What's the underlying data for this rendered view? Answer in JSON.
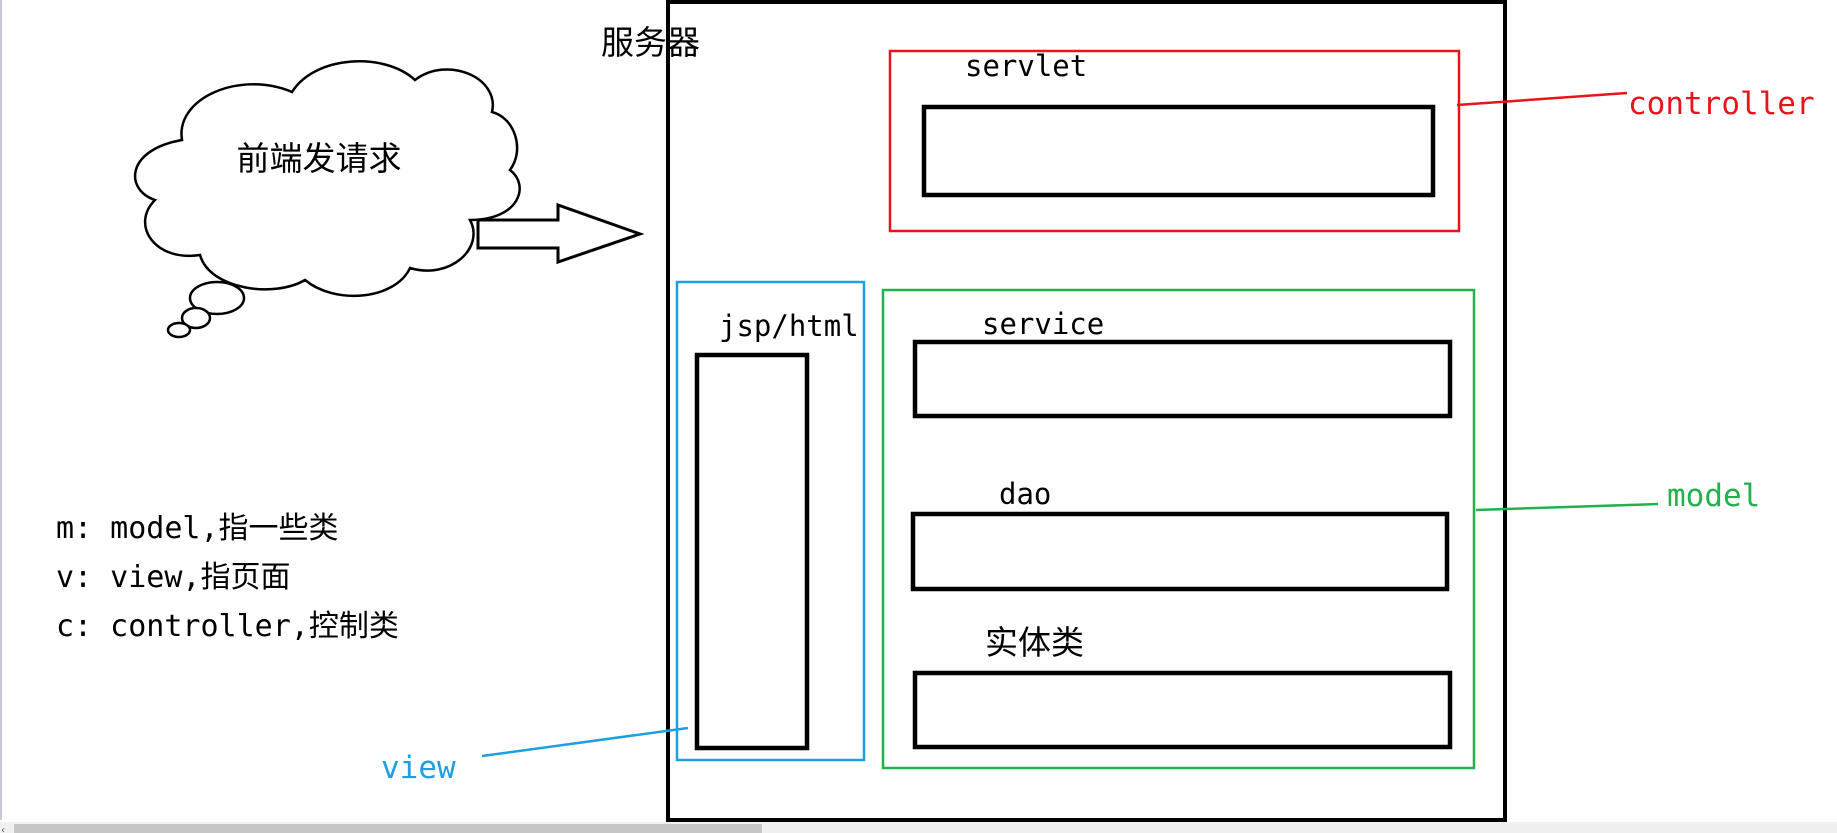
{
  "cloud": {
    "text": "前端发请求"
  },
  "server": {
    "title": "服务器"
  },
  "components": {
    "servlet": "servlet",
    "jsp": "jsp/html",
    "service": "service",
    "dao": "dao",
    "entity": "实体类"
  },
  "layers": {
    "controller": "controller",
    "model": "model",
    "view": "view"
  },
  "legend": {
    "m": "m: model,指一些类",
    "v": "v: view,指页面",
    "c": "c: controller,控制类"
  },
  "colors": {
    "controller": "#e8141c",
    "model": "#22b14c",
    "view": "#1ea0e0",
    "stroke": "#000000"
  }
}
